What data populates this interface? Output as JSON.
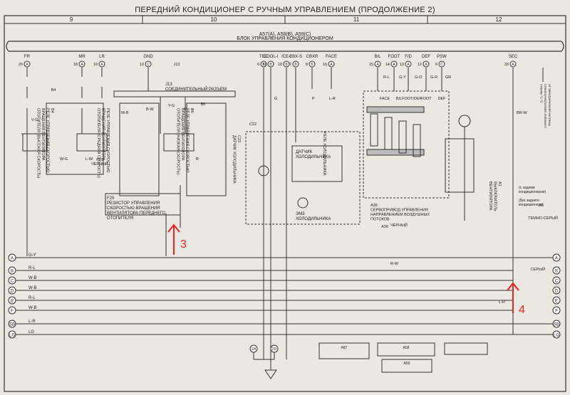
{
  "title": "ПЕРЕДНИЙ КОНДИЦИОНЕР С РУЧНЫМ УПРАВЛЕНИЕМ (ПРОДОЛЖЕНИЕ 2)",
  "columns": [
    "9",
    "10",
    "11",
    "12"
  ],
  "ecu": {
    "code": "A57(A), A58(B), A59(C)",
    "name": "БЛОК УПРАВЛЕНИЯ КОНДИЦИОНЕРОМ"
  },
  "terminals": [
    {
      "label": "FR",
      "num": "20",
      "conn": "A"
    },
    {
      "label": "MR",
      "num": "18",
      "conn": "A"
    },
    {
      "label": "LR",
      "num": "19",
      "conn": "A"
    },
    {
      "label": "GND",
      "num": "12",
      "conn": "C"
    },
    {
      "label": "TEC",
      "num": "6",
      "conn": "B"
    },
    {
      "label": "COOL-I",
      "num": "11",
      "conn": "B"
    },
    {
      "label": "ICE-I",
      "num": "10",
      "conn": "B"
    },
    {
      "label": "CBX-S",
      "num": "7",
      "conn": "B"
    },
    {
      "label": "CBXR",
      "num": "8",
      "conn": "B"
    },
    {
      "label": "FACE",
      "num": "16",
      "conn": "A"
    },
    {
      "label": "B/L",
      "num": "15",
      "conn": "A"
    },
    {
      "label": "FOOT",
      "num": "14",
      "conn": "A"
    },
    {
      "label": "F/D",
      "num": "13",
      "conn": "A"
    },
    {
      "label": "DEF",
      "num": "12",
      "conn": "A"
    },
    {
      "label": "PSW",
      "num": "6",
      "conn": "C"
    },
    {
      "label": "SEC",
      "num": "33",
      "conn": "A"
    }
  ],
  "connectors": {
    "b4": "B4",
    "j13": "J13",
    "j13_name": "J13\nСОЕДИНИТЕЛЬНЫЙ РАЗЪЕМ",
    "b6": "B6",
    "f20": "F20",
    "f20_color": "ЧЕРНЫЙ",
    "c22": "C22",
    "a36": "A36",
    "a36_color": "ЧЕРНЫЙ",
    "a1": "A1",
    "a1_color": "ТЕМНО-СЕРЫЙ",
    "a87": "A87",
    "a58": "A58",
    "a59": "A59",
    "gray": "СЕРЫЙ"
  },
  "components": {
    "relay_high": "B4\nРЕЛЕ УПРАВЛЕНИЯ СКОРОСТЬЮ\nВРАЩЕНИЯ ВЕНТИЛЯТОРА\nОТОПИТЕЛЯ (ВЫСОКАЯ СКОРОСТЬ)",
    "relay_mid": "РЕЛЕ УПРАВЛЕНИЯ СКОРОСТЬЮ\nВРАЩЕНИЯ ВЕНТИЛЯТОРА\nОТОПИТЕЛЯ (СРЕДНЯЯ СКОРОСТЬ)",
    "relay_low": "B6\nРЕЛЕ УПРАВЛЕНИЯ СКОРОСТЬЮ\nВРАЩЕНИЯ ВЕНТИЛЯТОРА\nОТОПИТЕЛЯ (НИЗКАЯ СКОРОСТЬ)",
    "resistor": "F20\nРЕЗИСТОР УПРАВЛЕНИЯ\nСКОРОСТЬЮ ВРАЩЕНИЯ\nВЕНТИЛЯТОРА ПЕРЕДНЕГО\nОТОПИТЕЛЯ",
    "cooler_sensor_temp": "C23\nДАТЧИК ХОЛОДИЛЬНИКА",
    "cooler_sensor": "ДАТЧИК\nХОЛОДИЛЬНИКА",
    "cooler_relay": "РЕЛЕ ХОЛОДИЛЬНИКА",
    "cooler_motor": "ЭМ3\nХОЛОДИЛЬНИКА",
    "servo": "A36\nСЕРВОПРИВОД УПРАВЛЕНИЯ\nНАПРАВЛЕНИЕМ ВОЗДУШНЫХ\nПОТОКОВ",
    "blower_switch": "A1\nВЫКЛЮЧАТЕЛЬ\nВЕНТИЛЯТОРА",
    "rear_ac_yes": "(с задним\nкондиционером)",
    "rear_ac_no": "(без заднего\nкондиционера)",
    "sec_note": "от электрической системы\nстеклоочистителя лобового\nстекла *1 *2",
    "servo_labels": [
      "FACE",
      "B/L",
      "FOOT/DEF",
      "FOOT",
      "DEF"
    ]
  },
  "buses": [
    "A",
    "B",
    "C",
    "D",
    "E",
    "F",
    "SB",
    "LG"
  ],
  "bus_wires": [
    "G-Y",
    "R-L",
    "W-B",
    "W-B",
    "R-L",
    "W-B",
    "L-R",
    "LG"
  ],
  "wire_colors": [
    "V-G",
    "W-G",
    "L-W",
    "W-B",
    "B-W",
    "Y-G",
    "V",
    "R",
    "G",
    "P",
    "L-R",
    "R-L",
    "G-Y",
    "G-O",
    "G-R",
    "GR",
    "BR-W",
    "R-W",
    "L-R"
  ],
  "ground": {
    "c1": "3H",
    "c2": "3D"
  },
  "annotations": {
    "mark3": "3",
    "mark4": "4"
  },
  "colors": {
    "ink": "#222222",
    "paper": "#ebe8e1",
    "mark": "#e22222"
  }
}
